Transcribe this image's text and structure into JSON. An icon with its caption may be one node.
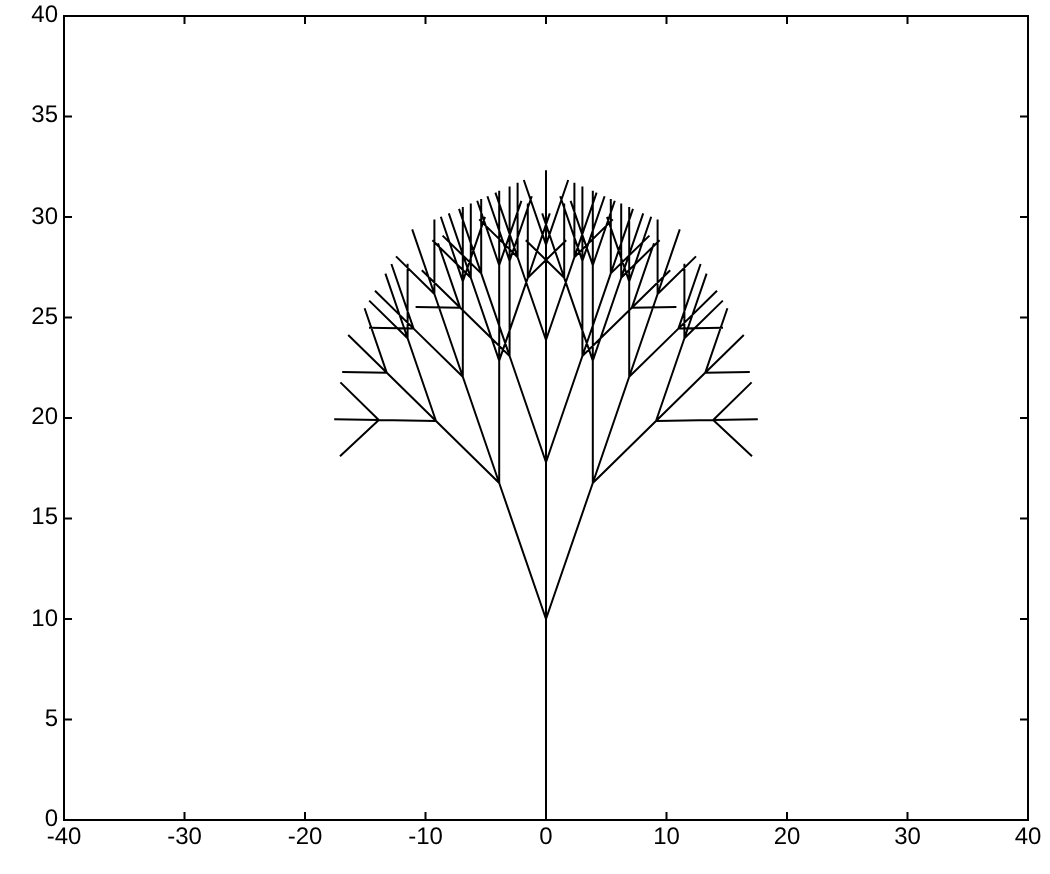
{
  "diagram": {
    "labels": [
      "40",
      "35",
      "30",
      "25",
      "20",
      "15",
      "10",
      "5",
      "0",
      "-40",
      "-30",
      "-20",
      "-10",
      "0",
      "10",
      "20",
      "30",
      "40"
    ]
  }
}
